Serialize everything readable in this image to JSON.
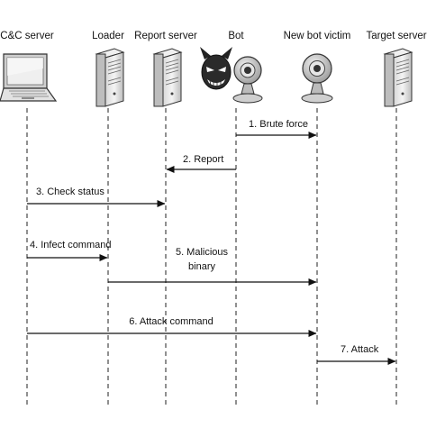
{
  "actors": [
    {
      "id": "cc",
      "label": "C&C server",
      "icon": "laptop-icon"
    },
    {
      "id": "loader",
      "label": "Loader",
      "icon": "server-tower-icon"
    },
    {
      "id": "report",
      "label": "Report server",
      "icon": "server-tower-icon"
    },
    {
      "id": "bot",
      "label": "Bot",
      "icon": "devil-webcam-icon"
    },
    {
      "id": "victim",
      "label": "New bot victim",
      "icon": "webcam-icon"
    },
    {
      "id": "target",
      "label": "Target server",
      "icon": "server-tower-icon"
    }
  ],
  "messages": [
    {
      "label": "1. Brute force",
      "from": "bot",
      "to": "victim"
    },
    {
      "label": "2. Report",
      "from": "bot",
      "to": "report"
    },
    {
      "label": "3. Check status",
      "from": "cc",
      "to": "report"
    },
    {
      "label": "4. Infect command",
      "from": "cc",
      "to": "loader"
    },
    {
      "label_line1": "5. Malicious",
      "label_line2": "binary",
      "from": "loader",
      "to": "victim"
    },
    {
      "label": "6. Attack command",
      "from": "cc",
      "to": "victim"
    },
    {
      "label": "7. Attack",
      "from": "victim",
      "to": "target"
    }
  ]
}
